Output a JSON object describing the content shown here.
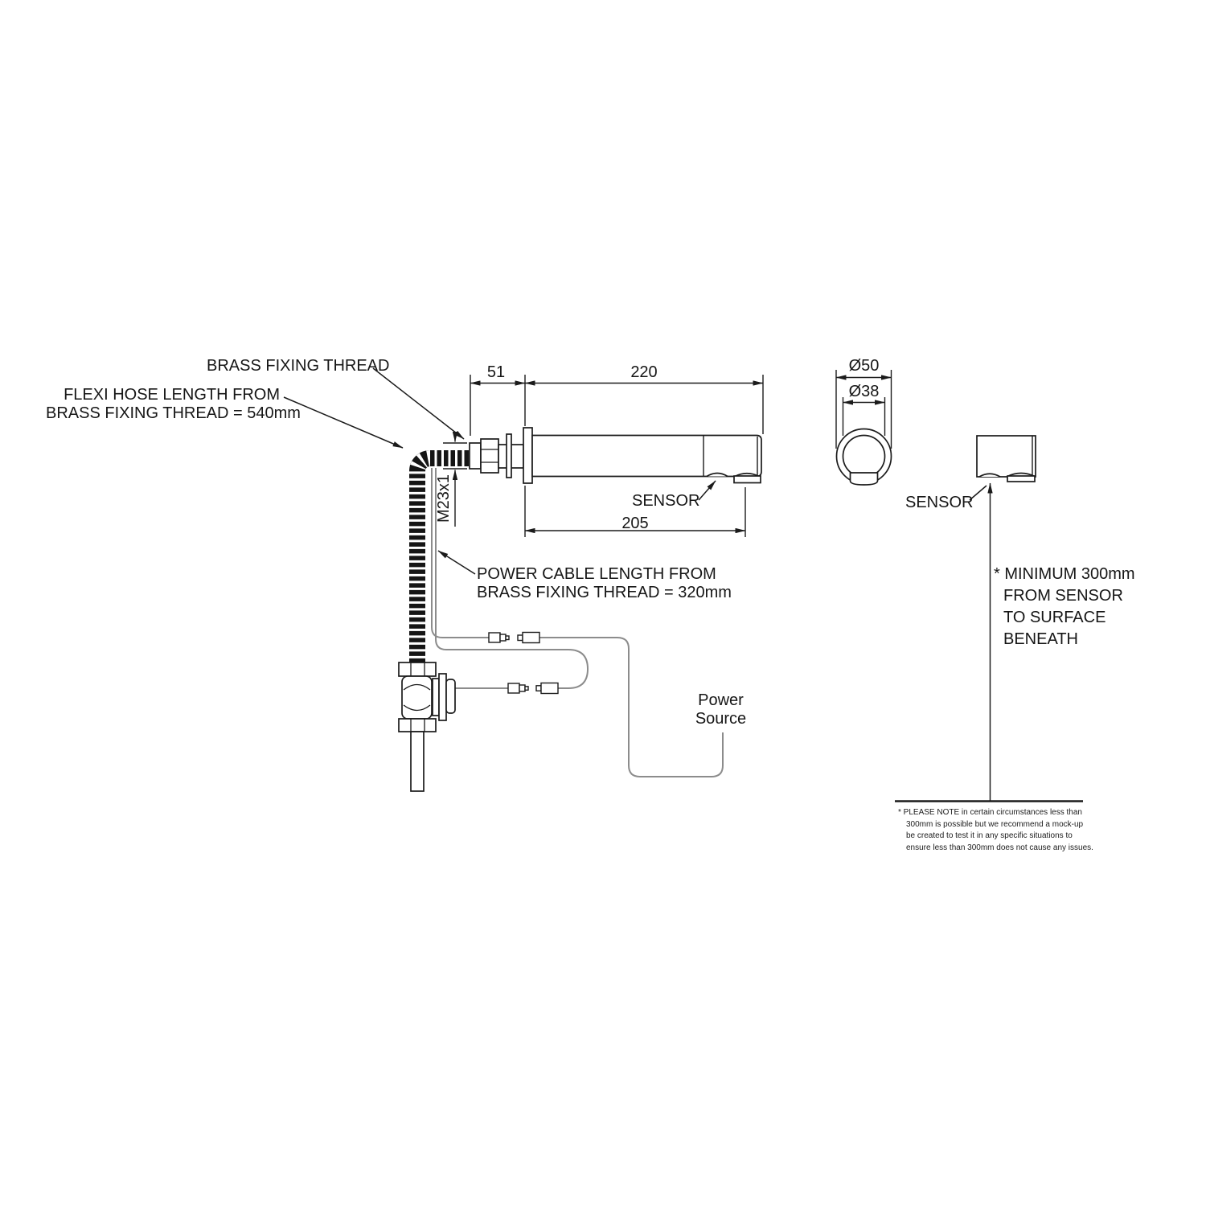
{
  "labels": {
    "brass_fixing_thread": "BRASS FIXING THREAD",
    "flexi_hose_line1": "FLEXI HOSE LENGTH FROM",
    "flexi_hose_line2": "BRASS FIXING THREAD = 540mm",
    "power_cable_line1": "POWER CABLE LENGTH FROM",
    "power_cable_line2": "BRASS FIXING THREAD = 320mm",
    "sensor_side": "SENSOR",
    "sensor_front": "SENSOR",
    "power_source_line1": "Power",
    "power_source_line2": "Source"
  },
  "dimensions": {
    "inlet_to_flange": "51",
    "flange_to_spout_end": "220",
    "flange_to_outlet": "205",
    "fixing_thread_size": "M23x1",
    "spout_outer_diameter": "Ø50",
    "spout_inner_diameter": "Ø38"
  },
  "min_distance_note": {
    "line1": "* MINIMUM 300mm",
    "line2": "FROM SENSOR",
    "line3": "TO SURFACE",
    "line4": "BENEATH"
  },
  "footnote": {
    "line1": "* PLEASE NOTE in certain circumstances less than",
    "line2": "300mm is possible but we recommend a mock-up",
    "line3": "be created to test it in any specific situations to",
    "line4": "ensure less than 300mm does not cause any issues."
  },
  "colors": {
    "line": "#1b1b1b",
    "cable": "#8c8c8c",
    "background": "#ffffff"
  }
}
